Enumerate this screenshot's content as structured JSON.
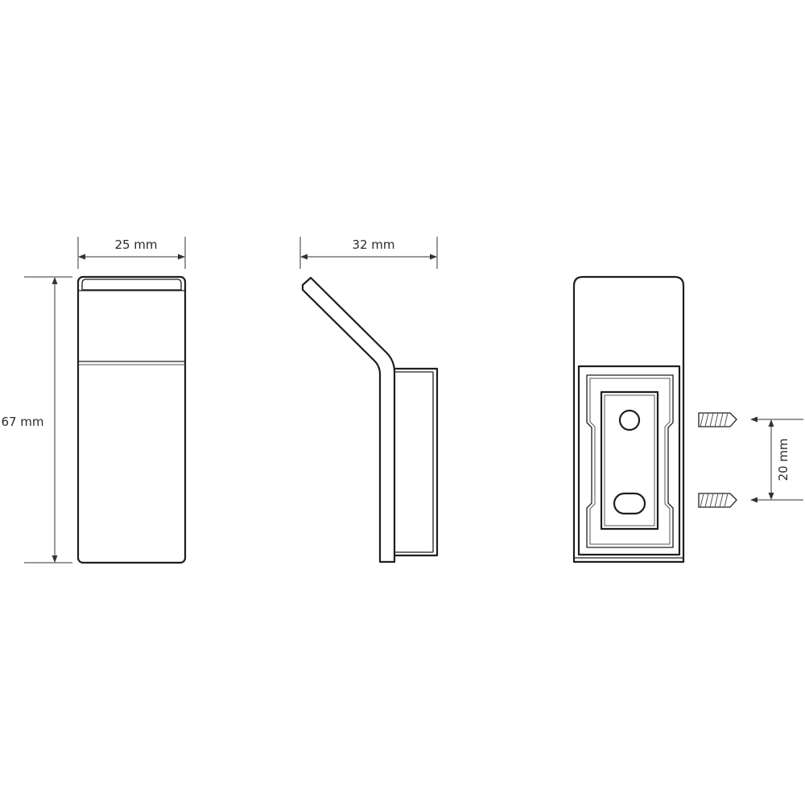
{
  "dimensions": {
    "front_width": "25 mm",
    "height": "67 mm",
    "side_depth": "32 mm",
    "screw_spacing": "20 mm"
  },
  "colors": {
    "line": "#1e1e1e",
    "background": "#ffffff"
  }
}
